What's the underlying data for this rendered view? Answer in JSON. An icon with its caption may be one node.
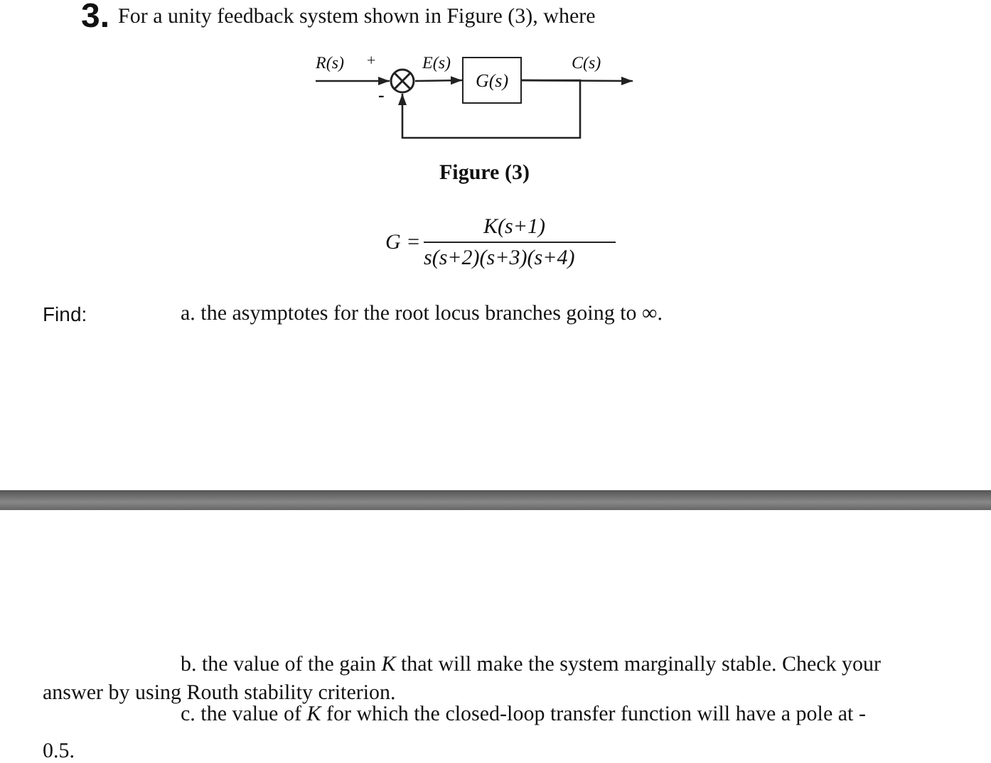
{
  "diagram": {
    "nodes": [
      {
        "text": [],
        "shape": "circle"
      },
      {
        "text": [
          "G(s)"
        ]
      }
    ],
    "edges": [
      {
        "from": null,
        "to": 0,
        "arrow": "to",
        "label": "R(s)"
      },
      {
        "from": 0,
        "to": 1,
        "arrow": "to",
        "label": "E(s)"
      },
      {
        "from": 1,
        "to": null,
        "arrow": "to",
        "label": "C(s)"
      },
      {
        "from": 1,
        "to": 0,
        "arrow": "to"
      }
    ],
    "labels": [
      "3.",
      "For a unity feedback system shown in Figure (3), where",
      "+",
      "-",
      "Figure (3)",
      "G =",
      "K(s+1)",
      "s(s+2)(s+3)(s+4)",
      "Find:",
      "a. the asymptotes for the root locus branches going to ∞.",
      "b. the value of the gain *K* that will make the system marginally stable. Check your answer by using Routh stability criterion.",
      "c. the value of *K* for which the closed-loop transfer function will have a pole at - 0.5."
    ]
  }
}
